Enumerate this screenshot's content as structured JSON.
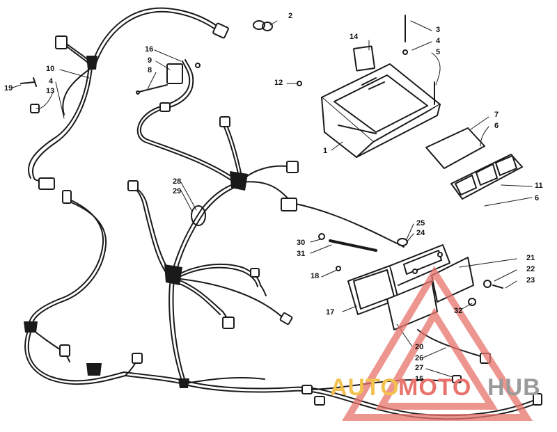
{
  "callouts": {
    "c1": "1",
    "c2": "2",
    "c3": "3",
    "c4a": "4",
    "c4b": "4",
    "c5": "5",
    "c6a": "6",
    "c6b": "6",
    "c7": "7",
    "c8": "8",
    "c9": "9",
    "c10": "10",
    "c11": "11",
    "c12": "12",
    "c13": "13",
    "c14": "14",
    "c15": "15",
    "c16": "16",
    "c17": "17",
    "c18": "18",
    "c19": "19",
    "c20": "20",
    "c21": "21",
    "c22": "22",
    "c23": "23",
    "c24": "24",
    "c25": "25",
    "c26": "26",
    "c27": "27",
    "c28": "28",
    "c29": "29",
    "c30": "30",
    "c31": "31",
    "c32": "32"
  },
  "watermark": {
    "part1": "AUTO",
    "part2": "MOTO",
    "part3": "HUB",
    "color_a": "#f2c14e",
    "color_b": "#e8736c",
    "color_c": "#9a9a9a"
  }
}
